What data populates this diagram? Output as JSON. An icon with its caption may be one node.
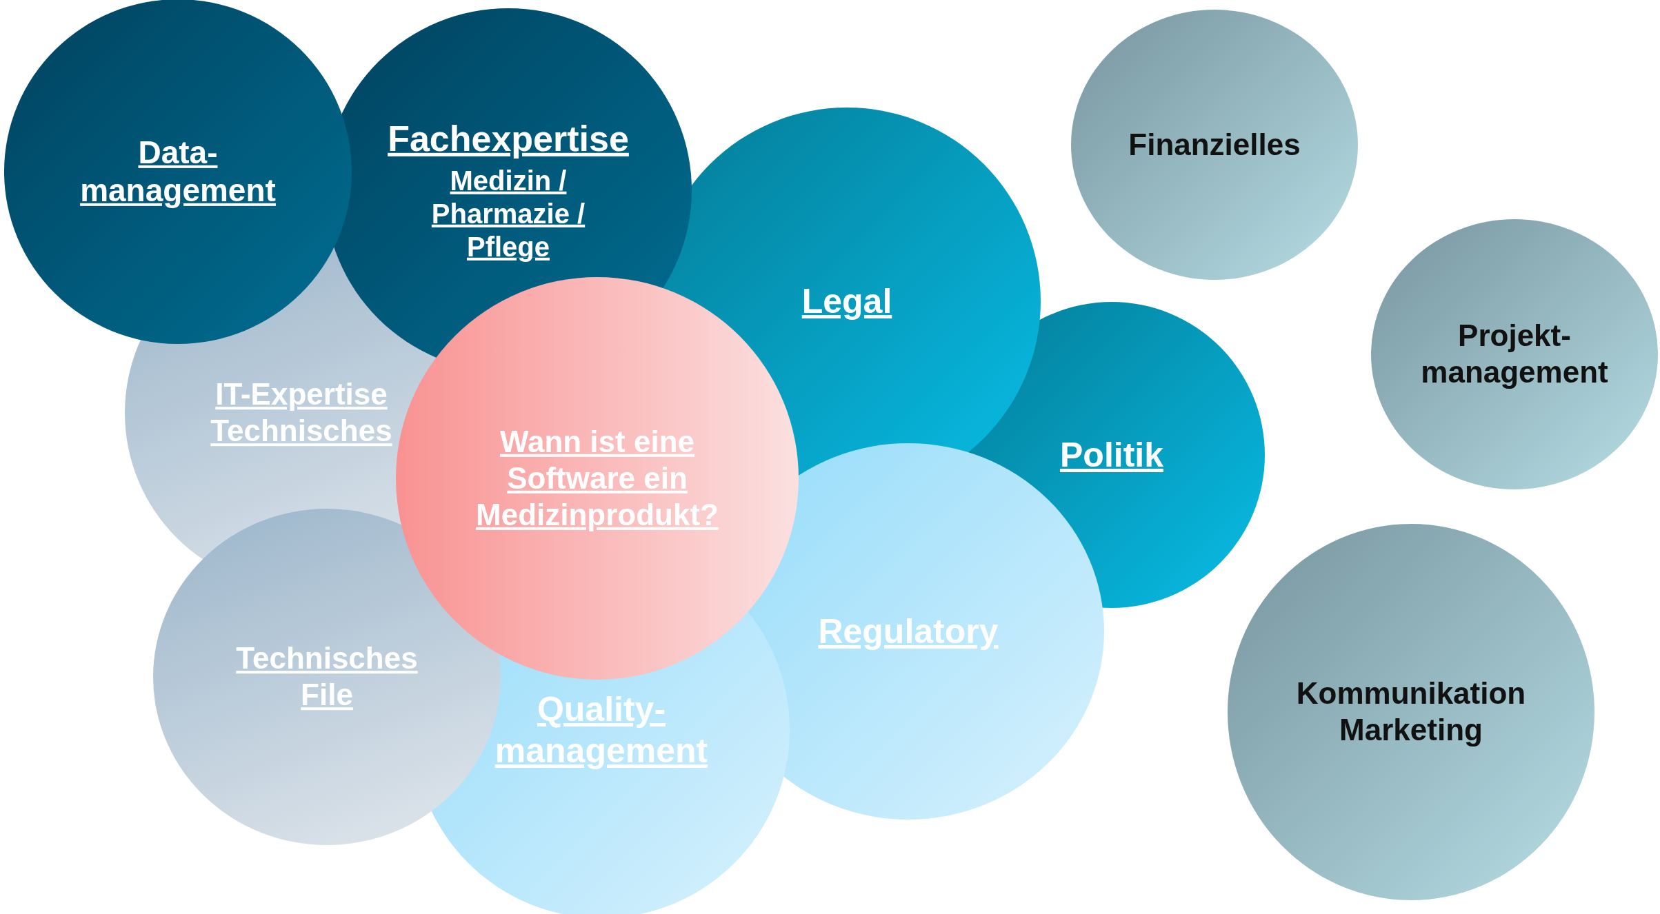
{
  "diagram": {
    "nodes": [
      {
        "text": [
          "Data- management"
        ]
      },
      {
        "text": [
          "Fachexpertise",
          "Medizin / Pharmazie / Pflege"
        ]
      },
      {
        "text": [
          "Finanzielles"
        ]
      },
      {
        "text": [
          "Legal"
        ]
      },
      {
        "text": [
          "IT-Expertise Technisches"
        ]
      },
      {
        "text": [
          "Projekt- management"
        ]
      },
      {
        "text": [
          "Wann ist eine Software ein Medizinprodukt?"
        ]
      },
      {
        "text": [
          "Politik"
        ]
      },
      {
        "text": [
          "Regulatory"
        ]
      },
      {
        "text": [
          "Technisches File"
        ]
      },
      {
        "text": [
          "Quality- management"
        ]
      },
      {
        "text": [
          "Kommunikation Marketing"
        ]
      }
    ],
    "edges": []
  }
}
